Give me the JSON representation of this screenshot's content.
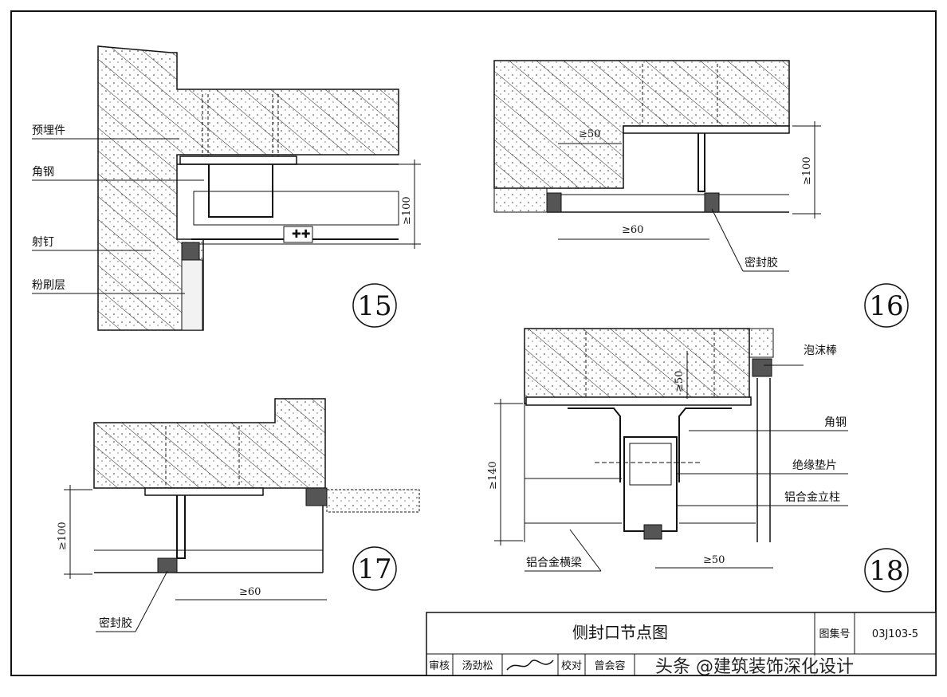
{
  "details": {
    "d15": {
      "number": "15",
      "labels": {
        "embed": "预埋件",
        "angle": "角钢",
        "nail": "射钉",
        "plaster": "粉刷层"
      },
      "dim_height": "≥100"
    },
    "d16": {
      "number": "16",
      "labels": {
        "sealant": "密封胶"
      },
      "dim_top": "≥50",
      "dim_width": "≥60",
      "dim_height": "≥100"
    },
    "d17": {
      "number": "17",
      "labels": {
        "sealant": "密封胶"
      },
      "dim_height": "≥100",
      "dim_width": "≥60"
    },
    "d18": {
      "number": "18",
      "labels": {
        "foam": "泡沫棒",
        "angle": "角钢",
        "pad": "绝缘垫片",
        "column": "铝合金立柱",
        "beam": "铝合金横梁"
      },
      "dim_top": "≥50",
      "dim_height": "≥140",
      "dim_width": "≥50"
    }
  },
  "title_block": {
    "title": "侧封口节点图",
    "atlas_label": "图集号",
    "atlas_no": "03J103-5",
    "review_label": "审核",
    "reviewer": "汤劲松",
    "check_label": "校对",
    "checker": "曾会容"
  },
  "watermark": "头条 @建筑装饰深化设计",
  "colors": {
    "line": "#111111",
    "paper": "#ffffff"
  }
}
